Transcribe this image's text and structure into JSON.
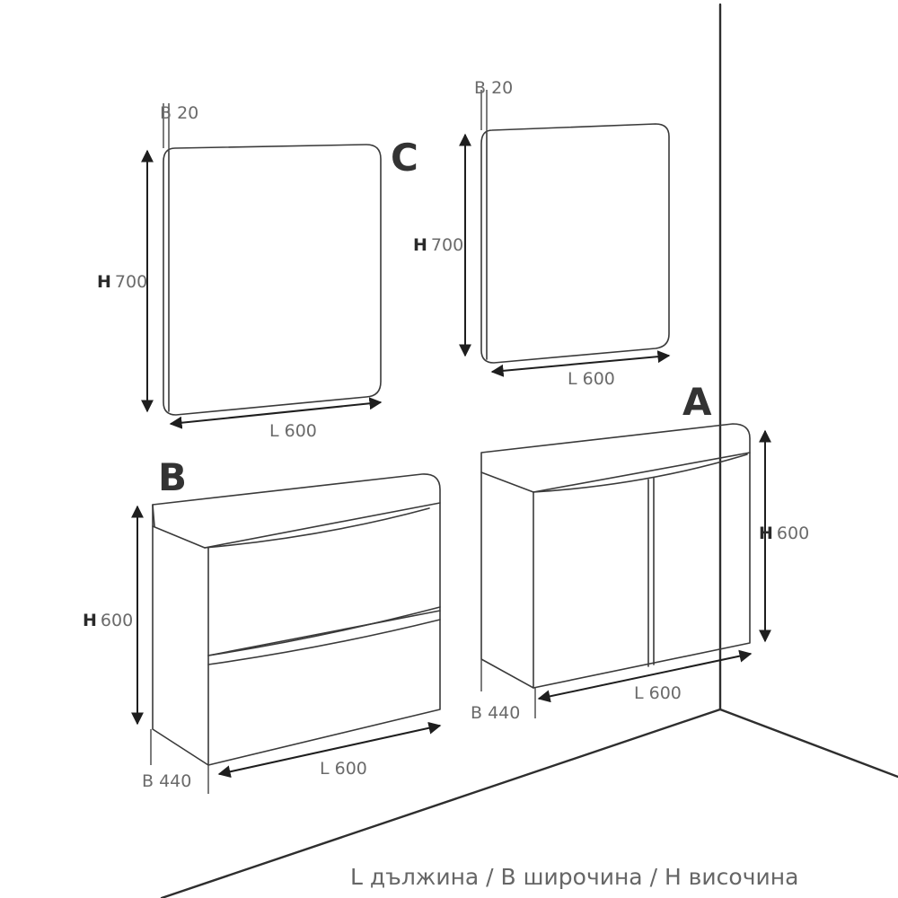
{
  "items": {
    "mirror_left": {
      "letter": "C",
      "b": "B 20",
      "h_letter": "H",
      "h_val": "700",
      "l": "L 600"
    },
    "mirror_right": {
      "b": "B 20",
      "h_letter": "H",
      "h_val": "700",
      "l": "L 600"
    },
    "cabinet_b": {
      "letter": "B",
      "h_letter": "H",
      "h_val": "600",
      "b": "B 440",
      "l": "L 600"
    },
    "cabinet_a": {
      "letter": "A",
      "h_letter": "H",
      "h_val": "600",
      "b": "B 440",
      "l": "L 600"
    }
  },
  "legend": "L дължина / B широчина / H височина"
}
